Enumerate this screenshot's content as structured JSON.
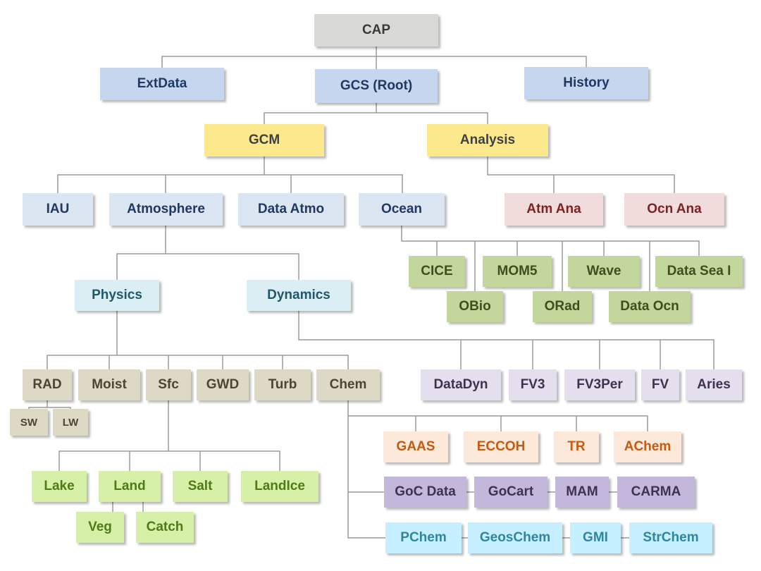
{
  "styles": {
    "gray": {
      "bg": "#d9d9d6",
      "fg": "#3a3a3a"
    },
    "blue": {
      "bg": "#c5d7ee",
      "fg": "#1f3864"
    },
    "yellow": {
      "bg": "#fde98d",
      "fg": "#404040"
    },
    "lblue": {
      "bg": "#dce6f2",
      "fg": "#1f3864"
    },
    "pink": {
      "bg": "#f2dcdb",
      "fg": "#7b2323"
    },
    "teal": {
      "bg": "#dbeef4",
      "fg": "#215868"
    },
    "olive": {
      "bg": "#c3d69b",
      "fg": "#3d4f1d"
    },
    "lavender": {
      "bg": "#e4dfec",
      "fg": "#3f3151"
    },
    "tan": {
      "bg": "#ddd9c4",
      "fg": "#4a4535"
    },
    "lgreen": {
      "bg": "#d7f0a8",
      "fg": "#4f7a17"
    },
    "peach": {
      "bg": "#fde9d9",
      "fg": "#c55a11"
    },
    "purple": {
      "bg": "#c3b8dc",
      "fg": "#3f3151"
    },
    "cyan": {
      "bg": "#c6efff",
      "fg": "#31859c"
    }
  },
  "nodes": [
    {
      "id": "cap",
      "label": "CAP",
      "style": "gray"
    },
    {
      "id": "extdata",
      "label": "ExtData",
      "style": "blue"
    },
    {
      "id": "gcs",
      "label": "GCS (Root)",
      "style": "blue"
    },
    {
      "id": "history",
      "label": "History",
      "style": "blue"
    },
    {
      "id": "gcm",
      "label": "GCM",
      "style": "yellow"
    },
    {
      "id": "analysis",
      "label": "Analysis",
      "style": "yellow"
    },
    {
      "id": "iau",
      "label": "IAU",
      "style": "lblue"
    },
    {
      "id": "atmosphere",
      "label": "Atmosphere",
      "style": "lblue"
    },
    {
      "id": "dataatmo",
      "label": "Data Atmo",
      "style": "lblue"
    },
    {
      "id": "ocean",
      "label": "Ocean",
      "style": "lblue"
    },
    {
      "id": "atmana",
      "label": "Atm Ana",
      "style": "pink"
    },
    {
      "id": "ocnana",
      "label": "Ocn Ana",
      "style": "pink"
    },
    {
      "id": "physics",
      "label": "Physics",
      "style": "teal"
    },
    {
      "id": "dynamics",
      "label": "Dynamics",
      "style": "teal"
    },
    {
      "id": "cice",
      "label": "CICE",
      "style": "olive"
    },
    {
      "id": "mom5",
      "label": "MOM5",
      "style": "olive"
    },
    {
      "id": "wave",
      "label": "Wave",
      "style": "olive"
    },
    {
      "id": "dataseai",
      "label": "Data Sea I",
      "style": "olive"
    },
    {
      "id": "obio",
      "label": "OBio",
      "style": "olive"
    },
    {
      "id": "orad",
      "label": "ORad",
      "style": "olive"
    },
    {
      "id": "dataocn",
      "label": "Data Ocn",
      "style": "olive"
    },
    {
      "id": "rad",
      "label": "RAD",
      "style": "tan"
    },
    {
      "id": "moist",
      "label": "Moist",
      "style": "tan"
    },
    {
      "id": "sfc",
      "label": "Sfc",
      "style": "tan"
    },
    {
      "id": "gwd",
      "label": "GWD",
      "style": "tan"
    },
    {
      "id": "turb",
      "label": "Turb",
      "style": "tan"
    },
    {
      "id": "chem",
      "label": "Chem",
      "style": "tan"
    },
    {
      "id": "sw",
      "label": "SW",
      "style": "tan",
      "small": true
    },
    {
      "id": "lw",
      "label": "LW",
      "style": "tan",
      "small": true
    },
    {
      "id": "datadyn",
      "label": "DataDyn",
      "style": "lavender"
    },
    {
      "id": "fv3",
      "label": "FV3",
      "style": "lavender"
    },
    {
      "id": "fv3per",
      "label": "FV3Per",
      "style": "lavender"
    },
    {
      "id": "fv",
      "label": "FV",
      "style": "lavender"
    },
    {
      "id": "aries",
      "label": "Aries",
      "style": "lavender"
    },
    {
      "id": "lake",
      "label": "Lake",
      "style": "lgreen"
    },
    {
      "id": "land",
      "label": "Land",
      "style": "lgreen"
    },
    {
      "id": "salt",
      "label": "Salt",
      "style": "lgreen"
    },
    {
      "id": "landice",
      "label": "LandIce",
      "style": "lgreen"
    },
    {
      "id": "veg",
      "label": "Veg",
      "style": "lgreen"
    },
    {
      "id": "catch",
      "label": "Catch",
      "style": "lgreen"
    },
    {
      "id": "gaas",
      "label": "GAAS",
      "style": "peach"
    },
    {
      "id": "eccoh",
      "label": "ECCOH",
      "style": "peach"
    },
    {
      "id": "tr",
      "label": "TR",
      "style": "peach"
    },
    {
      "id": "achem",
      "label": "AChem",
      "style": "peach"
    },
    {
      "id": "gocdata",
      "label": "GoC Data",
      "style": "purple"
    },
    {
      "id": "gocart",
      "label": "GoCart",
      "style": "purple"
    },
    {
      "id": "mam",
      "label": "MAM",
      "style": "purple"
    },
    {
      "id": "carma",
      "label": "CARMA",
      "style": "purple"
    },
    {
      "id": "pchem",
      "label": "PChem",
      "style": "cyan"
    },
    {
      "id": "geoschem",
      "label": "GeosChem",
      "style": "cyan"
    },
    {
      "id": "gmi",
      "label": "GMI",
      "style": "cyan"
    },
    {
      "id": "strchem",
      "label": "StrChem",
      "style": "cyan"
    }
  ]
}
